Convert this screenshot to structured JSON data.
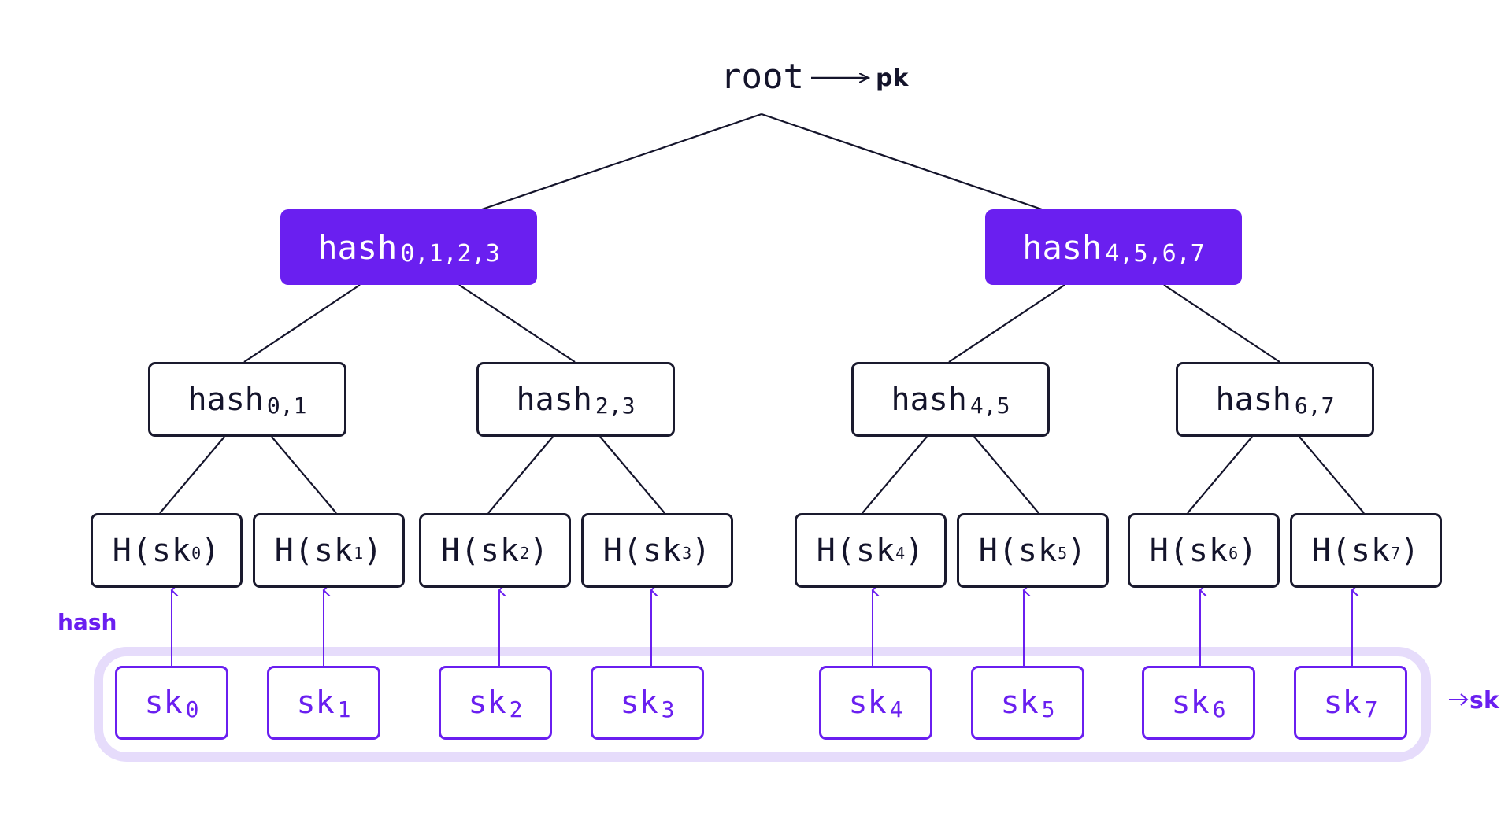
{
  "colors": {
    "accent": "#6a1ff0",
    "accent_light": "#e6dcfb",
    "ink": "#14142b"
  },
  "root": {
    "label": "root",
    "arrow_target": "pk"
  },
  "level1": [
    {
      "label": "hash",
      "sub": "0,1,2,3"
    },
    {
      "label": "hash",
      "sub": "4,5,6,7"
    }
  ],
  "level2": [
    {
      "label": "hash",
      "sub": "0,1"
    },
    {
      "label": "hash",
      "sub": "2,3"
    },
    {
      "label": "hash",
      "sub": "4,5"
    },
    {
      "label": "hash",
      "sub": "6,7"
    }
  ],
  "leaves": [
    {
      "prefix": "H(sk",
      "sub": "0",
      "suffix": ")"
    },
    {
      "prefix": "H(sk",
      "sub": "1",
      "suffix": ")"
    },
    {
      "prefix": "H(sk",
      "sub": "2",
      "suffix": ")"
    },
    {
      "prefix": "H(sk",
      "sub": "3",
      "suffix": ")"
    },
    {
      "prefix": "H(sk",
      "sub": "4",
      "suffix": ")"
    },
    {
      "prefix": "H(sk",
      "sub": "5",
      "suffix": ")"
    },
    {
      "prefix": "H(sk",
      "sub": "6",
      "suffix": ")"
    },
    {
      "prefix": "H(sk",
      "sub": "7",
      "suffix": ")"
    }
  ],
  "secrets": [
    {
      "label": "sk",
      "sub": "0"
    },
    {
      "label": "sk",
      "sub": "1"
    },
    {
      "label": "sk",
      "sub": "2"
    },
    {
      "label": "sk",
      "sub": "3"
    },
    {
      "label": "sk",
      "sub": "4"
    },
    {
      "label": "sk",
      "sub": "5"
    },
    {
      "label": "sk",
      "sub": "6"
    },
    {
      "label": "sk",
      "sub": "7"
    }
  ],
  "hash_arrow_label": "hash",
  "sk_group_label": "sk"
}
